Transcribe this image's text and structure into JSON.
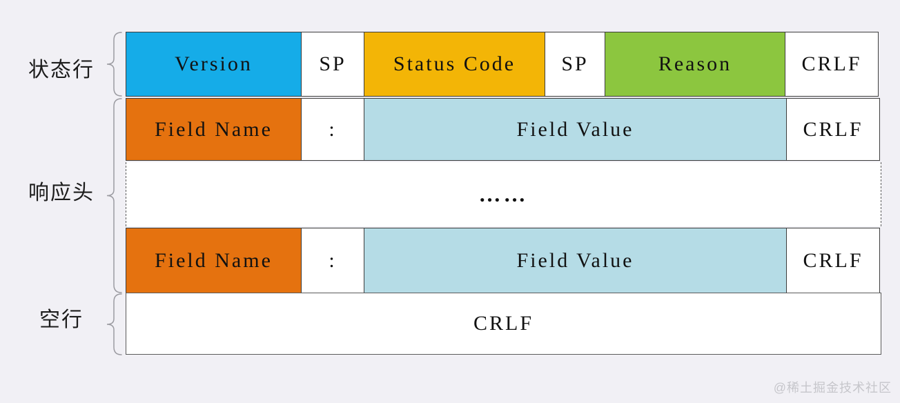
{
  "labels": {
    "status_line": "状态行",
    "response_headers": "响应头",
    "empty_line": "空行"
  },
  "rows": {
    "status_line": {
      "cells": [
        {
          "name": "version",
          "label": "Version",
          "color": "#15ace8"
        },
        {
          "name": "sp1",
          "label": "SP",
          "color": "#ffffff"
        },
        {
          "name": "status_code",
          "label": "Status Code",
          "color": "#f3b506"
        },
        {
          "name": "sp2",
          "label": "SP",
          "color": "#ffffff"
        },
        {
          "name": "reason",
          "label": "Reason",
          "color": "#8cc63f"
        },
        {
          "name": "crlf",
          "label": "CRLF",
          "color": "#ffffff"
        }
      ]
    },
    "header_field": {
      "cells": [
        {
          "name": "field_name",
          "label": "Field Name",
          "color": "#e5720f"
        },
        {
          "name": "colon",
          "label": ":",
          "color": "#ffffff"
        },
        {
          "name": "field_value",
          "label": "Field Value",
          "color": "#b5dce6"
        },
        {
          "name": "crlf",
          "label": "CRLF",
          "color": "#ffffff"
        }
      ]
    },
    "ellipsis": {
      "label": "……"
    },
    "blank_line": {
      "label": "CRLF",
      "color": "#ffffff"
    }
  },
  "watermark": "@稀土掘金技术社区",
  "colors": {
    "background": "#f1f0f5",
    "border": "#3c3c3c",
    "brace": "#9b9ba1",
    "watermark_text": "#c6c6cb"
  }
}
